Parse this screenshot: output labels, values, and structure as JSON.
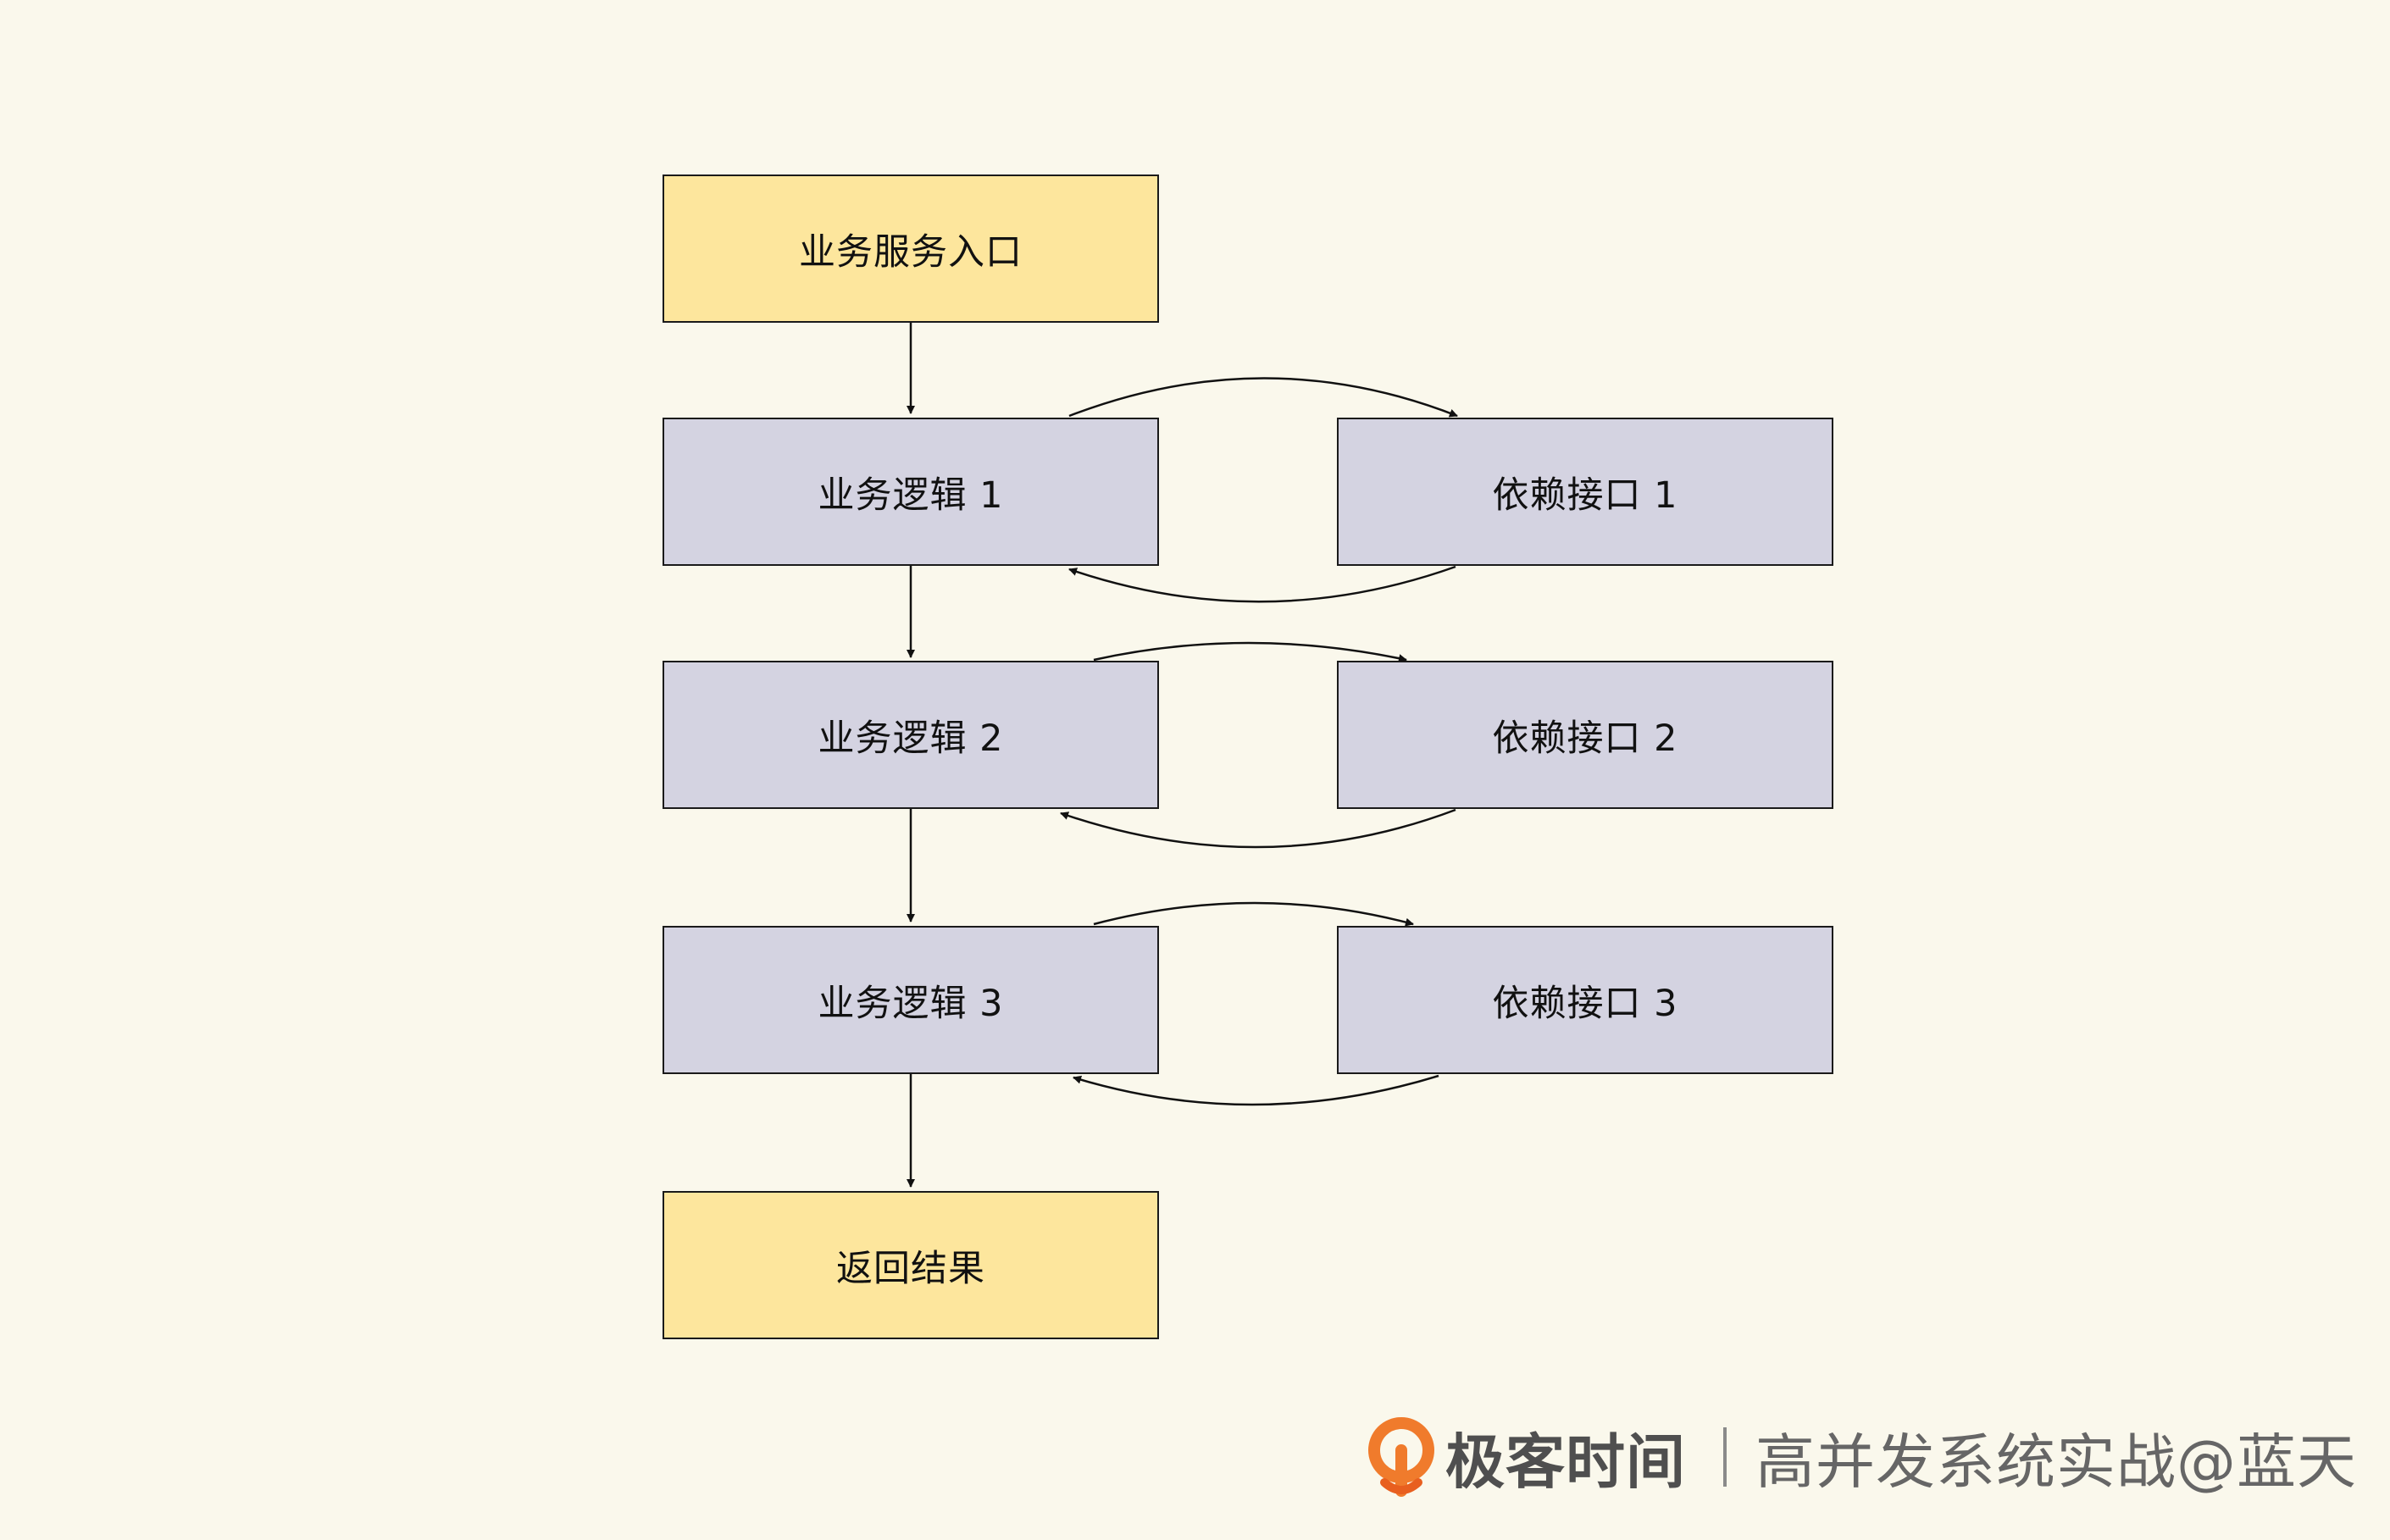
{
  "diagram": {
    "entry": "业务服务入口",
    "logic": [
      "业务逻辑 1",
      "业务逻辑 2",
      "业务逻辑 3"
    ],
    "deps": [
      "依赖接口 1",
      "依赖接口 2",
      "依赖接口 3"
    ],
    "result": "返回结果"
  },
  "footer": {
    "brand": "极客时间",
    "tagline": "高并发系统实战@蓝天",
    "logo_icon": "geektime-logo-icon"
  },
  "colors": {
    "background": "#faf8ec",
    "yellow_box": "#fde69d",
    "gray_box": "#d4d3e1",
    "logo_orange": "#f07b2c"
  }
}
